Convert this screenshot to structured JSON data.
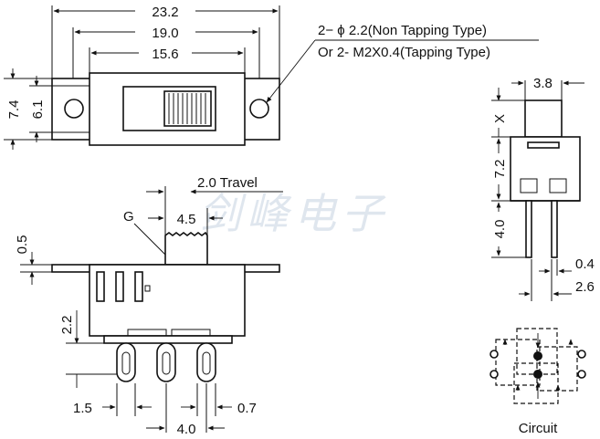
{
  "top_view": {
    "dim_overall": "23.2",
    "dim_holes": "19.0",
    "dim_body": "15.6",
    "dim_height_outer": "7.4",
    "dim_height_inner": "6.1",
    "note_line1": "2− ϕ 2.2(Non Tapping Type)",
    "note_line2": "Or  2- M2X0.4(Tapping Type)"
  },
  "front_view": {
    "travel_label": "2.0  Travel",
    "g_label": "G",
    "dim_actuator": "4.5",
    "dim_flange": "0.5",
    "dim_terminal_height": "2.2",
    "dim_pin_width": "1.5",
    "dim_pin_gap": "0.7",
    "dim_pitch": "4.0"
  },
  "side_view": {
    "dim_actuator_width": "3.8",
    "dim_x": "X",
    "dim_body_height": "7.2",
    "dim_pin_length": "4.0",
    "dim_pin_thickness": "0.4",
    "dim_pin_spacing": "2.6"
  },
  "circuit": {
    "label": "Circuit"
  },
  "watermark": "剑峰电子"
}
